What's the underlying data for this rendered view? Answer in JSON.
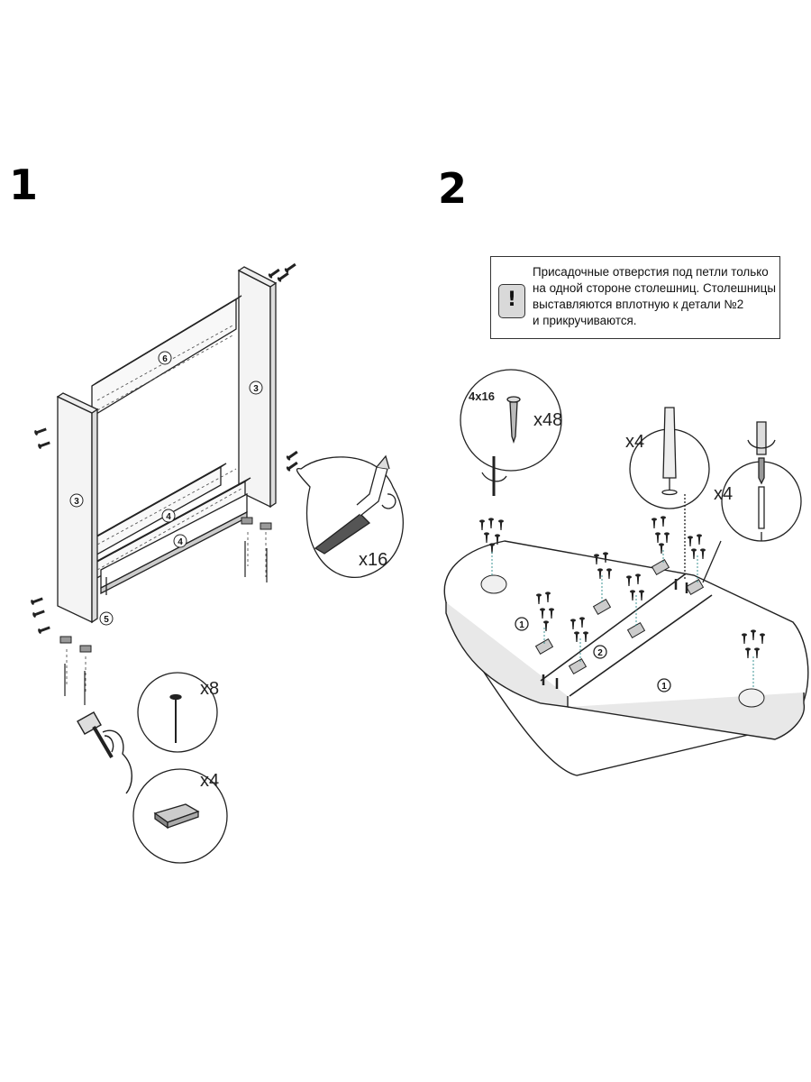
{
  "steps": {
    "step1": "1",
    "step2": "2"
  },
  "step1": {
    "parts": {
      "side_left": "3",
      "side_right": "3",
      "panel_top": "6",
      "rail_upper": "4",
      "rail_lower": "4",
      "base": "5"
    },
    "callouts": {
      "confirmat_qty": "x16",
      "nail_qty": "x8",
      "glider_qty": "x4"
    }
  },
  "step2": {
    "note": {
      "icon": "exclamation-icon",
      "lines": [
        "Присадочные отверстия под петли только",
        "на одной стороне столешниц. Столешницы",
        "выставляются вплотную к детали №2",
        "и прикручиваются."
      ]
    },
    "callouts": {
      "screw_size": "4x16",
      "screw_qty": "x48",
      "dowel_qty": "x4",
      "bit_qty": "x4"
    },
    "parts": {
      "top_left": "1",
      "top_middle": "2",
      "top_right": "1"
    }
  }
}
